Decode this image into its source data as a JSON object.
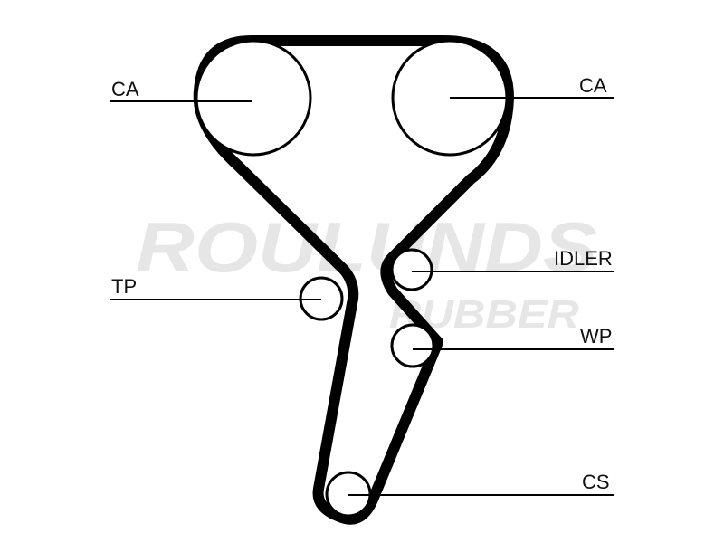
{
  "watermark": {
    "line1": "ROULUNDS",
    "line2": "RUBBER"
  },
  "labels": {
    "ca_left": "CA",
    "ca_right": "CA",
    "idler": "IDLER",
    "tp": "TP",
    "wp": "WP",
    "cs": "CS"
  },
  "colors": {
    "belt": "#000000",
    "line": "#000000",
    "watermark": "#e6e6e6"
  }
}
